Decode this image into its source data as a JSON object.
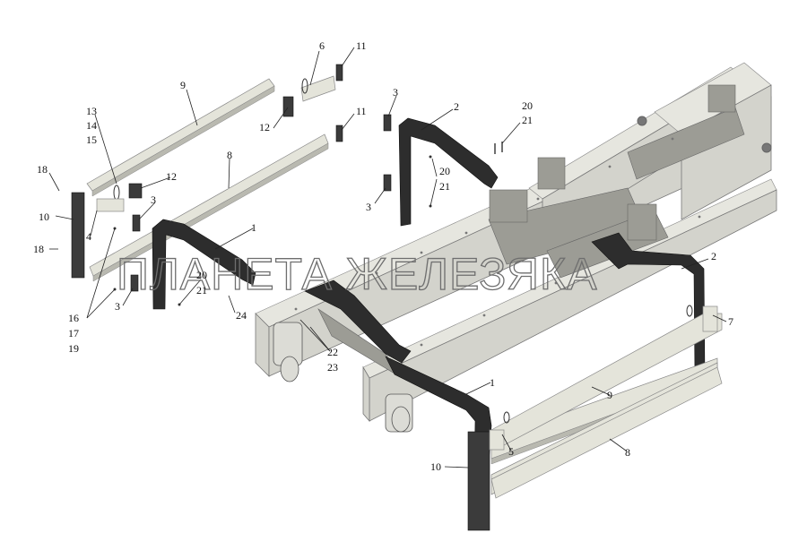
{
  "watermark": "ПЛАНЕТА ЖЕЛЕЗЯКА",
  "callouts": {
    "n6": "6",
    "n11a": "11",
    "n11b": "11",
    "n9a": "9",
    "n12a": "12",
    "n3a": "3",
    "n2a": "2",
    "n20a": "20",
    "n21a": "21",
    "n13": "13",
    "n14": "14",
    "n15": "15",
    "n8a": "8",
    "n12b": "12",
    "n20b": "20",
    "n21b": "21",
    "n18a": "18",
    "n3b": "3",
    "n3c": "3",
    "n10a": "10",
    "n4": "4",
    "n1a": "1",
    "n18b": "18",
    "n2b": "2",
    "n3d": "3",
    "n20c": "20",
    "n21c": "21",
    "n24": "24",
    "n16": "16",
    "n17": "17",
    "n19": "19",
    "n7": "7",
    "n22": "22",
    "n23": "23",
    "n1b": "1",
    "n9b": "9",
    "n5": "5",
    "n8b": "8",
    "n10b": "10"
  }
}
